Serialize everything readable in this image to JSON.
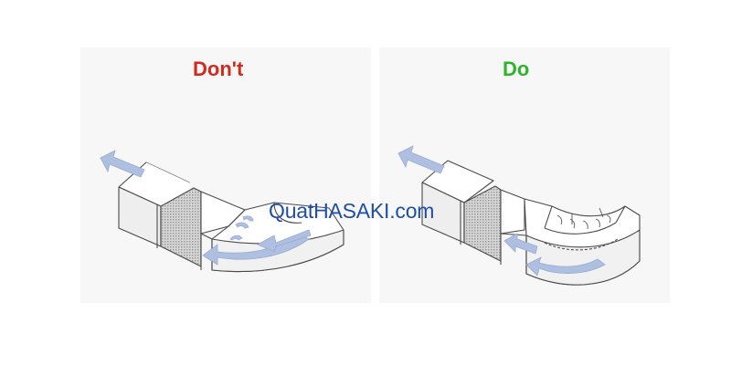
{
  "labels": {
    "dont": "Don't",
    "do": "Do"
  },
  "watermark": "QuatHASAKI.com",
  "colors": {
    "dont": "#d42a1e",
    "do": "#2fb52b",
    "airflow_arrow": "#aebfe0",
    "duct_line": "#4a4a4a",
    "watermark": "#1e4fa8",
    "panel_background": "#f7f7f7"
  },
  "icons": {
    "airflow": "airflow-arrow-icon",
    "turning_vanes": "turning-vane-icon"
  }
}
